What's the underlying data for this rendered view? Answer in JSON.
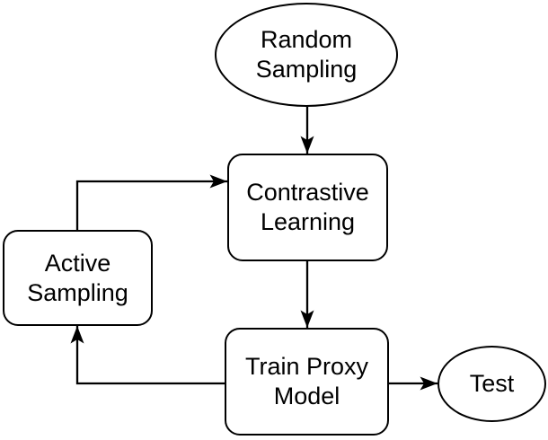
{
  "diagram": {
    "background_color": "#ffffff",
    "stroke_color": "#000000",
    "text_color": "#000000",
    "nodes": {
      "random_sampling": {
        "shape": "ellipse",
        "label": "Random\nSampling"
      },
      "contrastive_learning": {
        "shape": "rounded-rectangle",
        "label": "Contrastive\nLearning"
      },
      "active_sampling": {
        "shape": "rounded-rectangle",
        "label": "Active\nSampling"
      },
      "train_proxy_model": {
        "shape": "rounded-rectangle",
        "label": "Train Proxy\nModel"
      },
      "test": {
        "shape": "ellipse",
        "label": "Test"
      }
    },
    "edges": [
      {
        "from": "Random Sampling",
        "to": "Contrastive Learning",
        "style": "straight-arrow"
      },
      {
        "from": "Active Sampling",
        "to": "Contrastive Learning",
        "style": "elbow-arrow"
      },
      {
        "from": "Contrastive Learning",
        "to": "Train Proxy Model",
        "style": "straight-arrow"
      },
      {
        "from": "Train Proxy Model",
        "to": "Active Sampling",
        "style": "elbow-arrow"
      },
      {
        "from": "Train Proxy Model",
        "to": "Test",
        "style": "straight-arrow"
      }
    ]
  }
}
